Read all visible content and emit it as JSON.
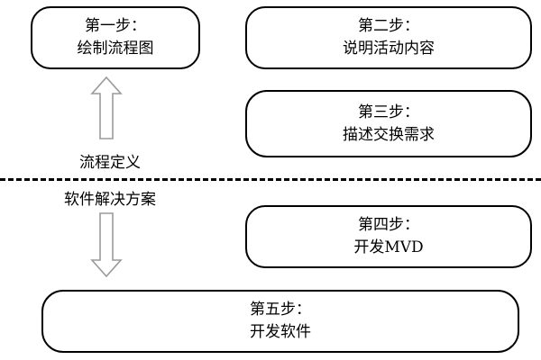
{
  "diagram": {
    "title": "",
    "type": "flowchart",
    "colors": {
      "node_border": "#000000",
      "node_fill": "#ffffff",
      "arrow_stroke": "#9a9a9a",
      "arrow_fill": "#ffffff",
      "divider": "#000000",
      "text": "#000000"
    },
    "nodes": [
      {
        "id": "step1",
        "line1": "第一步：",
        "line2": "绘制流程图"
      },
      {
        "id": "step2",
        "line1": "第二步：",
        "line2": "说明活动内容"
      },
      {
        "id": "step3",
        "line1": "第三步：",
        "line2": "描述交换需求"
      },
      {
        "id": "step4",
        "line1": "第四步：",
        "line2": "开发MVD"
      },
      {
        "id": "step5",
        "line1": "第五步：",
        "line2": "开发软件"
      }
    ],
    "labels": {
      "process_definition": "流程定义",
      "software_solution": "软件解决方案"
    },
    "arrows": [
      {
        "id": "arrow-up",
        "direction": "up"
      },
      {
        "id": "arrow-down",
        "direction": "down"
      }
    ],
    "divider": {
      "style": "dashed",
      "orientation": "horizontal"
    }
  }
}
